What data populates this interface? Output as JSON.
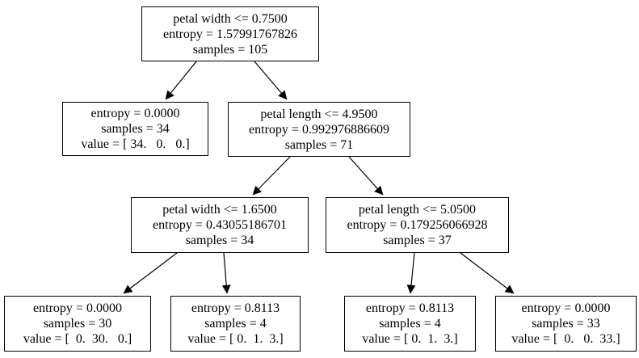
{
  "diagram": {
    "type": "decision-tree",
    "colors": {
      "node_fill": "#ffffff",
      "node_border": "#000000",
      "text": "#000000",
      "edge": "#000000"
    },
    "nodes": {
      "root": {
        "line1": "petal width <= 0.7500",
        "line2": "entropy = 1.57991767826",
        "line3": "samples = 105"
      },
      "d1_left": {
        "line1": "entropy = 0.0000",
        "line2": "samples = 34",
        "line3": "value = [ 34.   0.   0.]"
      },
      "d1_right": {
        "line1": "petal length <= 4.9500",
        "line2": "entropy = 0.992976886609",
        "line3": "samples = 71"
      },
      "d2_left": {
        "line1": "petal width <= 1.6500",
        "line2": "entropy = 0.43055186701",
        "line3": "samples = 34"
      },
      "d2_right": {
        "line1": "petal length <= 5.0500",
        "line2": "entropy = 0.179256066928",
        "line3": "samples = 37"
      },
      "leaf1": {
        "line1": "entropy = 0.0000",
        "line2": "samples = 30",
        "line3": "value = [  0.  30.   0.]"
      },
      "leaf2": {
        "line1": "entropy = 0.8113",
        "line2": "samples = 4",
        "line3": "value = [ 0.  1.  3.]"
      },
      "leaf3": {
        "line1": "entropy = 0.8113",
        "line2": "samples = 4",
        "line3": "value = [ 0.  1.  3.]"
      },
      "leaf4": {
        "line1": "entropy = 0.0000",
        "line2": "samples = 33",
        "line3": "value = [  0.   0.  33.]"
      }
    },
    "edges": [
      {
        "from": "root",
        "to": "d1_left"
      },
      {
        "from": "root",
        "to": "d1_right"
      },
      {
        "from": "d1_right",
        "to": "d2_left"
      },
      {
        "from": "d1_right",
        "to": "d2_right"
      },
      {
        "from": "d2_left",
        "to": "leaf1"
      },
      {
        "from": "d2_left",
        "to": "leaf2"
      },
      {
        "from": "d2_right",
        "to": "leaf3"
      },
      {
        "from": "d2_right",
        "to": "leaf4"
      }
    ]
  }
}
